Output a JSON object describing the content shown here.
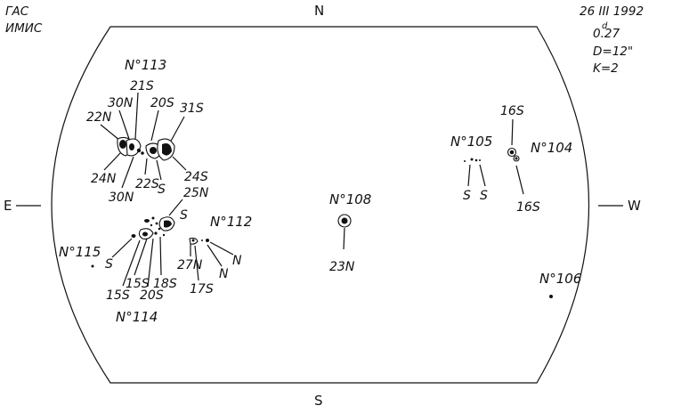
{
  "observatory": [
    "ГАС",
    "ИМИС"
  ],
  "observation": {
    "date": "26 III 1992",
    "time": "0.27",
    "time_unit": "d",
    "diameter": "D=12\"",
    "k": "K=2"
  },
  "directions": {
    "north": "N",
    "south": "S",
    "east": "E",
    "west": "W"
  },
  "groups": {
    "g113": {
      "number": "N°113",
      "labels": [
        "21S",
        "30N",
        "20S",
        "31S",
        "22N",
        "24N",
        "30N",
        "22S",
        "S",
        "24S"
      ]
    },
    "g114": {
      "number": "N°114",
      "labels": [
        "25N",
        "S",
        "15S",
        "15S",
        "20S",
        "18S"
      ]
    },
    "g112": {
      "number": "N°112",
      "labels": [
        "27N",
        "17S",
        "N",
        "N"
      ]
    },
    "g115": {
      "number": "N°115",
      "labels": [
        "S"
      ]
    },
    "g108": {
      "number": "N°108",
      "labels": [
        "23N"
      ]
    },
    "g105": {
      "number": "N°105",
      "labels": [
        "S",
        "S"
      ]
    },
    "g104": {
      "number": "N°104",
      "labels": [
        "16S",
        "16S"
      ]
    },
    "g106": {
      "number": "N°106",
      "labels": []
    }
  }
}
